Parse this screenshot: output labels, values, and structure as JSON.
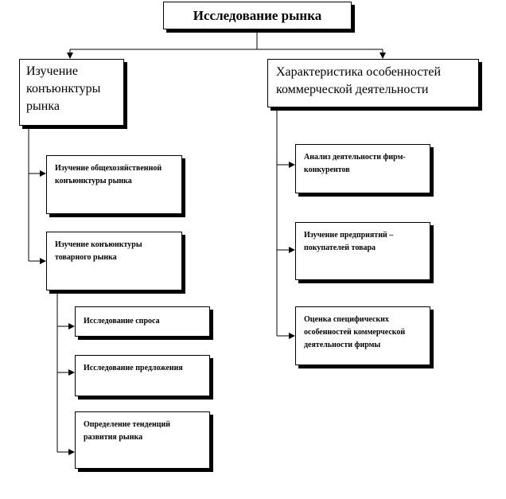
{
  "diagram": {
    "root": "Исследование рынка",
    "left": {
      "title": "Изучение конъюнктуры рынка",
      "items": [
        "Изучение общехозяйственной конъюнктуры рынка",
        "Изучение конъюнктуры товарного рынка"
      ],
      "subitems": [
        "Исследование спроса",
        "Исследование предложения",
        "Определение тенденций развития рынка"
      ]
    },
    "right": {
      "title": "Характеристика особенностей коммерческой деятельности",
      "items": [
        "Анализ деятельности фирм-конкурентов",
        "Изучение предприятий – покупателей товара",
        "Оценка специфических особенностей коммерческой деятельности фирмы"
      ]
    }
  }
}
